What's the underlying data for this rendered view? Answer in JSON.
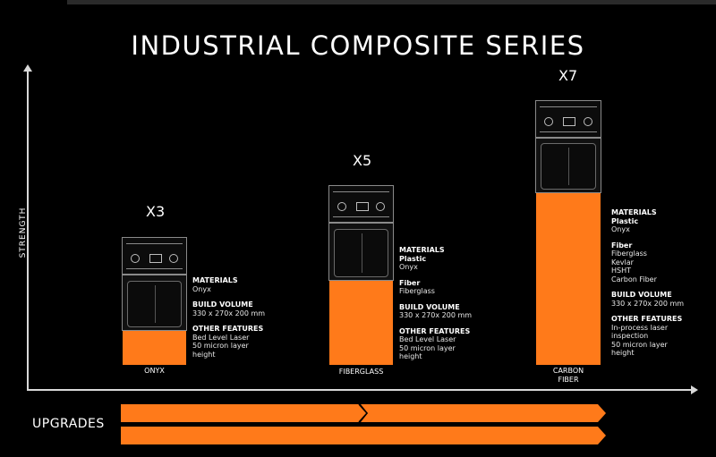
{
  "title": "INDUSTRIAL COMPOSITE SERIES",
  "y_axis_label": "STRENGTH",
  "upgrades_label": "UPGRADES",
  "colors": {
    "accent": "#ff7a1a",
    "background": "#000000"
  },
  "models": [
    {
      "name": "X3",
      "category": "ONYX",
      "specs": [
        {
          "heading": "MATERIALS",
          "lines": [
            "Onyx"
          ]
        },
        {
          "heading": "BUILD VOLUME",
          "lines": [
            "330 x 270x 200 mm"
          ]
        },
        {
          "heading": "OTHER FEATURES",
          "lines": [
            "Bed Level Laser",
            "50 micron layer",
            "height"
          ]
        }
      ]
    },
    {
      "name": "X5",
      "category": "FIBERGLASS",
      "specs": [
        {
          "heading": "MATERIALS",
          "lines": []
        },
        {
          "subheading": "Plastic",
          "lines": [
            "Onyx"
          ]
        },
        {
          "subheading": "Fiber",
          "lines": [
            "Fiberglass"
          ]
        },
        {
          "heading": "BUILD VOLUME",
          "lines": [
            "330 x 270x 200 mm"
          ]
        },
        {
          "heading": "OTHER FEATURES",
          "lines": [
            "Bed Level Laser",
            "50 micron layer",
            "height"
          ]
        }
      ]
    },
    {
      "name": "X7",
      "category": "CARBON\nFIBER",
      "specs": [
        {
          "heading": "MATERIALS",
          "lines": []
        },
        {
          "subheading": "Plastic",
          "lines": [
            "Onyx"
          ]
        },
        {
          "subheading": "Fiber",
          "lines": [
            "Fiberglass",
            "Kevlar",
            "HSHT",
            "Carbon Fiber"
          ]
        },
        {
          "heading": "BUILD VOLUME",
          "lines": [
            "330 x 270x 200 mm"
          ]
        },
        {
          "heading": "OTHER FEATURES",
          "lines": [
            "In-process laser",
            "inspection",
            "50 micron layer",
            "height"
          ]
        }
      ]
    }
  ]
}
